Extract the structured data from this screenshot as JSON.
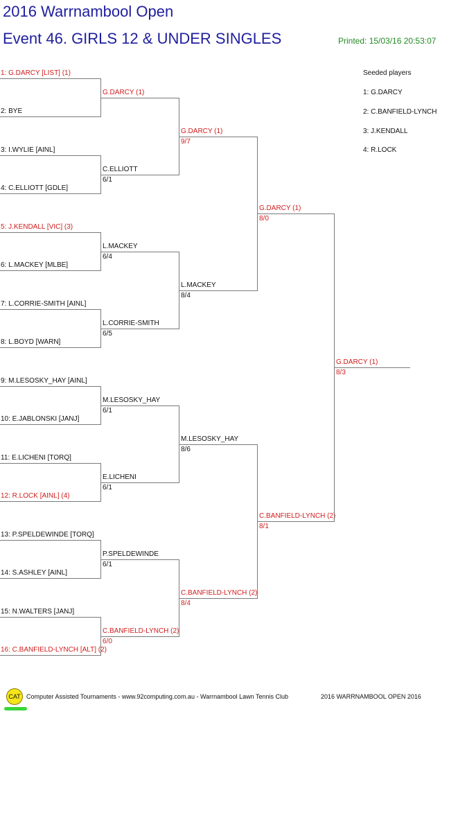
{
  "header": {
    "title": "2016 Warrnambool Open",
    "event": "Event 46. GIRLS 12 & UNDER SINGLES",
    "printed": "Printed: 15/03/16 20:53:07"
  },
  "colors": {
    "title": "#1e1e9e",
    "seed": "#d01c1c",
    "printed": "#238a23",
    "line": "#7a7a7a"
  },
  "round1": [
    {
      "label": "1: G.DARCY [LIST] (1)",
      "seeded": true
    },
    {
      "label": "2: BYE",
      "seeded": false
    },
    {
      "label": "3: I.WYLIE [AINL]",
      "seeded": false
    },
    {
      "label": "4: C.ELLIOTT [GDLE]",
      "seeded": false
    },
    {
      "label": "5: J.KENDALL [VIC] (3)",
      "seeded": true
    },
    {
      "label": "6: L.MACKEY [MLBE]",
      "seeded": false
    },
    {
      "label": "7: L.CORRIE-SMITH [AINL]",
      "seeded": false
    },
    {
      "label": "8: L.BOYD [WARN]",
      "seeded": false
    },
    {
      "label": "9: M.LESOSKY_HAY [AINL]",
      "seeded": false
    },
    {
      "label": "10: E.JABLONSKI [JANJ]",
      "seeded": false
    },
    {
      "label": "11: E.LICHENI [TORQ]",
      "seeded": false
    },
    {
      "label": "12: R.LOCK [AINL] (4)",
      "seeded": true
    },
    {
      "label": "13: P.SPELDEWINDE [TORQ]",
      "seeded": false
    },
    {
      "label": "14: S.ASHLEY [AINL]",
      "seeded": false
    },
    {
      "label": "15: N.WALTERS [JANJ]",
      "seeded": false
    },
    {
      "label": "16: C.BANFIELD-LYNCH [ALT] (2)",
      "seeded": true
    }
  ],
  "round2": [
    {
      "name": "G.DARCY (1)",
      "score": "",
      "seeded": true
    },
    {
      "name": "C.ELLIOTT",
      "score": "6/1",
      "seeded": false
    },
    {
      "name": "L.MACKEY",
      "score": "6/4",
      "seeded": false
    },
    {
      "name": "L.CORRIE-SMITH",
      "score": "6/5",
      "seeded": false
    },
    {
      "name": "M.LESOSKY_HAY",
      "score": "6/1",
      "seeded": false
    },
    {
      "name": "E.LICHENI",
      "score": "6/1",
      "seeded": false
    },
    {
      "name": "P.SPELDEWINDE",
      "score": "6/1",
      "seeded": false
    },
    {
      "name": "C.BANFIELD-LYNCH (2)",
      "score": "6/0",
      "seeded": true
    }
  ],
  "round3": [
    {
      "name": "G.DARCY (1)",
      "score": "9/7",
      "seeded": true
    },
    {
      "name": "L.MACKEY",
      "score": "8/4",
      "seeded": false
    },
    {
      "name": "M.LESOSKY_HAY",
      "score": "8/6",
      "seeded": false
    },
    {
      "name": "C.BANFIELD-LYNCH (2)",
      "score": "8/4",
      "seeded": true
    }
  ],
  "round4": [
    {
      "name": "G.DARCY (1)",
      "score": "8/0",
      "seeded": true
    },
    {
      "name": "C.BANFIELD-LYNCH (2)",
      "score": "8/1",
      "seeded": true
    }
  ],
  "winner": {
    "name": "G.DARCY (1)",
    "score": "8/3",
    "seeded": true
  },
  "seeded_players": {
    "heading": "Seeded players",
    "items": [
      "1: G.DARCY",
      "2: C.BANFIELD-LYNCH",
      "3: J.KENDALL",
      "4: R.LOCK"
    ]
  },
  "footer": {
    "logo_text": "CAT",
    "credit": "Computer Assisted Tournaments - www.92computing.com.au -  Warrnambool Lawn Tennis Club",
    "tournament": "2016 WARRNAMBOOL OPEN 2016"
  }
}
